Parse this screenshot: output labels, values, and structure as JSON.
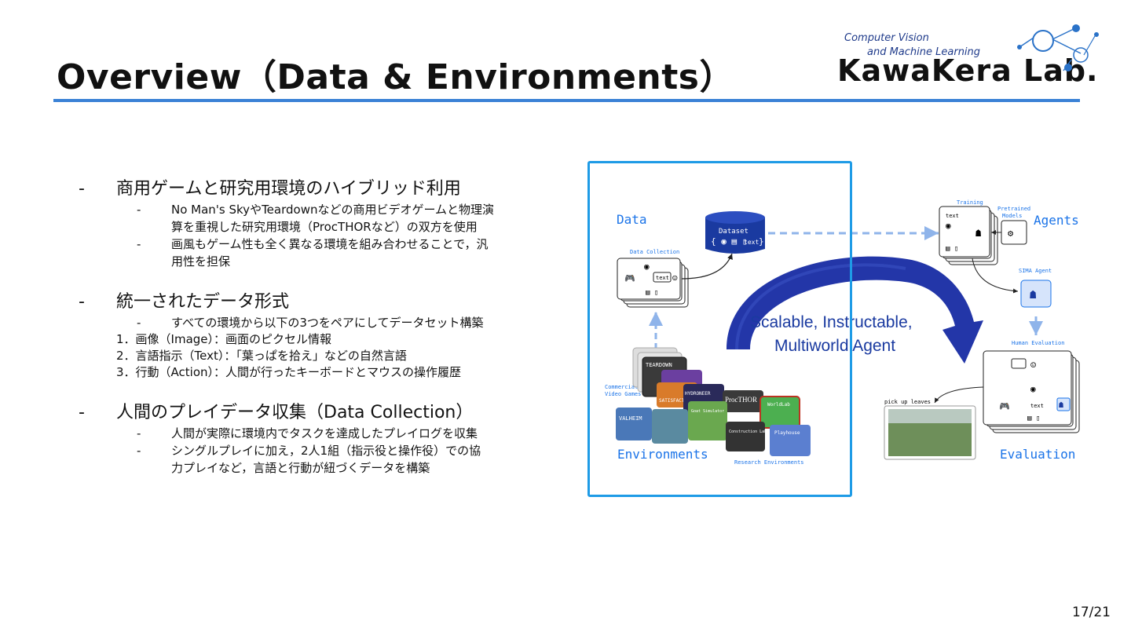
{
  "slide": {
    "title": "Overview（Data & Environments）",
    "page_number": "17/21",
    "accent_color": "#3b82d6"
  },
  "logo": {
    "line1": "Computer Vision",
    "line2": "and Machine Learning",
    "name": "KawaKera Lab."
  },
  "bullets": {
    "dash": "-",
    "b1": {
      "text": "商用ゲームと研究用環境のハイブリッド利用",
      "sub1_line1": "No Man's SkyやTeardownなどの商用ビデオゲームと物理演",
      "sub1_line2": "算を重視した研究用環境（ProcTHORなど）の双方を使用",
      "sub2_line1": "画風もゲーム性も全く異なる環境を組み合わせることで，汎",
      "sub2_line2": "用性を担保"
    },
    "b2": {
      "text": "統一されたデータ形式",
      "sub1": "すべての環境から以下の3つをペアにしてデータセット構築",
      "num1": "1．画像（Image）：画面のピクセル情報",
      "num2": "2．言語指示（Text）：「葉っぱを拾え」などの自然言語",
      "num3": "3．行動（Action）：人間が行ったキーボードとマウスの操作履歴"
    },
    "b3": {
      "text": "人間のプレイデータ収集（Data Collection）",
      "sub1": "人間が実際に環境内でタスクを達成したプレイログを収集",
      "sub2_line1": "シングルプレイに加え，2人1組（指示役と操作役）での協",
      "sub2_line2": "力プレイなど，言語と行動が紐づくデータを構築"
    }
  },
  "figure": {
    "data_label": "Data",
    "dataset_label": "Dataset",
    "dataset_text": "text",
    "data_collection_label": "Data Collection",
    "text_chip": "text",
    "commercial_label_1": "Commercial",
    "commercial_label_2": "Video Games",
    "research_label": "Research Environments",
    "environments_label": "Environments",
    "game_teardown": "TEARDOWN",
    "game_satisfactory": "SATISFACTORY",
    "game_hydroneer": "HYDRONEER",
    "game_valheim": "VALHEIM",
    "game_goat": "Goat Simulator",
    "game_procthor": "ProcTHOR",
    "game_worldlab": "WorldLab",
    "game_construction": "Construction Lab",
    "game_playhouse": "Playhouse",
    "center_line1": "Scalable, Instructable,",
    "center_line2": "Multiworld Agent",
    "training_label": "Training",
    "pretrained_1": "Pretrained",
    "pretrained_2": "Models",
    "agents_label": "Agents",
    "sima_label": "SIMA Agent",
    "human_eval_label": "Human Evaluation",
    "evaluation_label": "Evaluation",
    "pick_up_label": "pick up leaves",
    "eval_text": "text",
    "colors": {
      "label_blue": "#1a73e8",
      "arrow_navy": "#2336a8",
      "dataset_navy": "#1a3aa0",
      "highlight_box": "#1e9be6"
    }
  }
}
